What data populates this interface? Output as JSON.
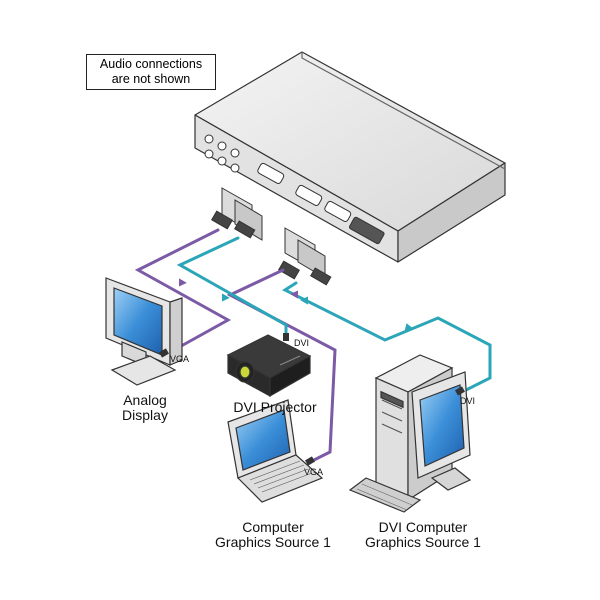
{
  "note": {
    "line1": "Audio connections",
    "line2": "are not shown"
  },
  "labels": {
    "analog_display_1": "Analog",
    "analog_display_2": "Display",
    "dvi_projector": "DVI Projector",
    "computer_source_1": "Computer",
    "computer_source_2": "Graphics Source 1",
    "dvi_computer_1": "DVI Computer",
    "dvi_computer_2": "Graphics Source 1"
  },
  "connector_labels": {
    "vga_display": "VGA",
    "dvi_projector": "DVI",
    "vga_laptop": "VGA",
    "dvi_computer": "DVI"
  },
  "colors": {
    "vga_cable": "#7b5aa6",
    "dvi_cable": "#2aa6b8",
    "device_body": "#e9e9e9",
    "screen": "#3b8fd8",
    "outline": "#333333"
  }
}
